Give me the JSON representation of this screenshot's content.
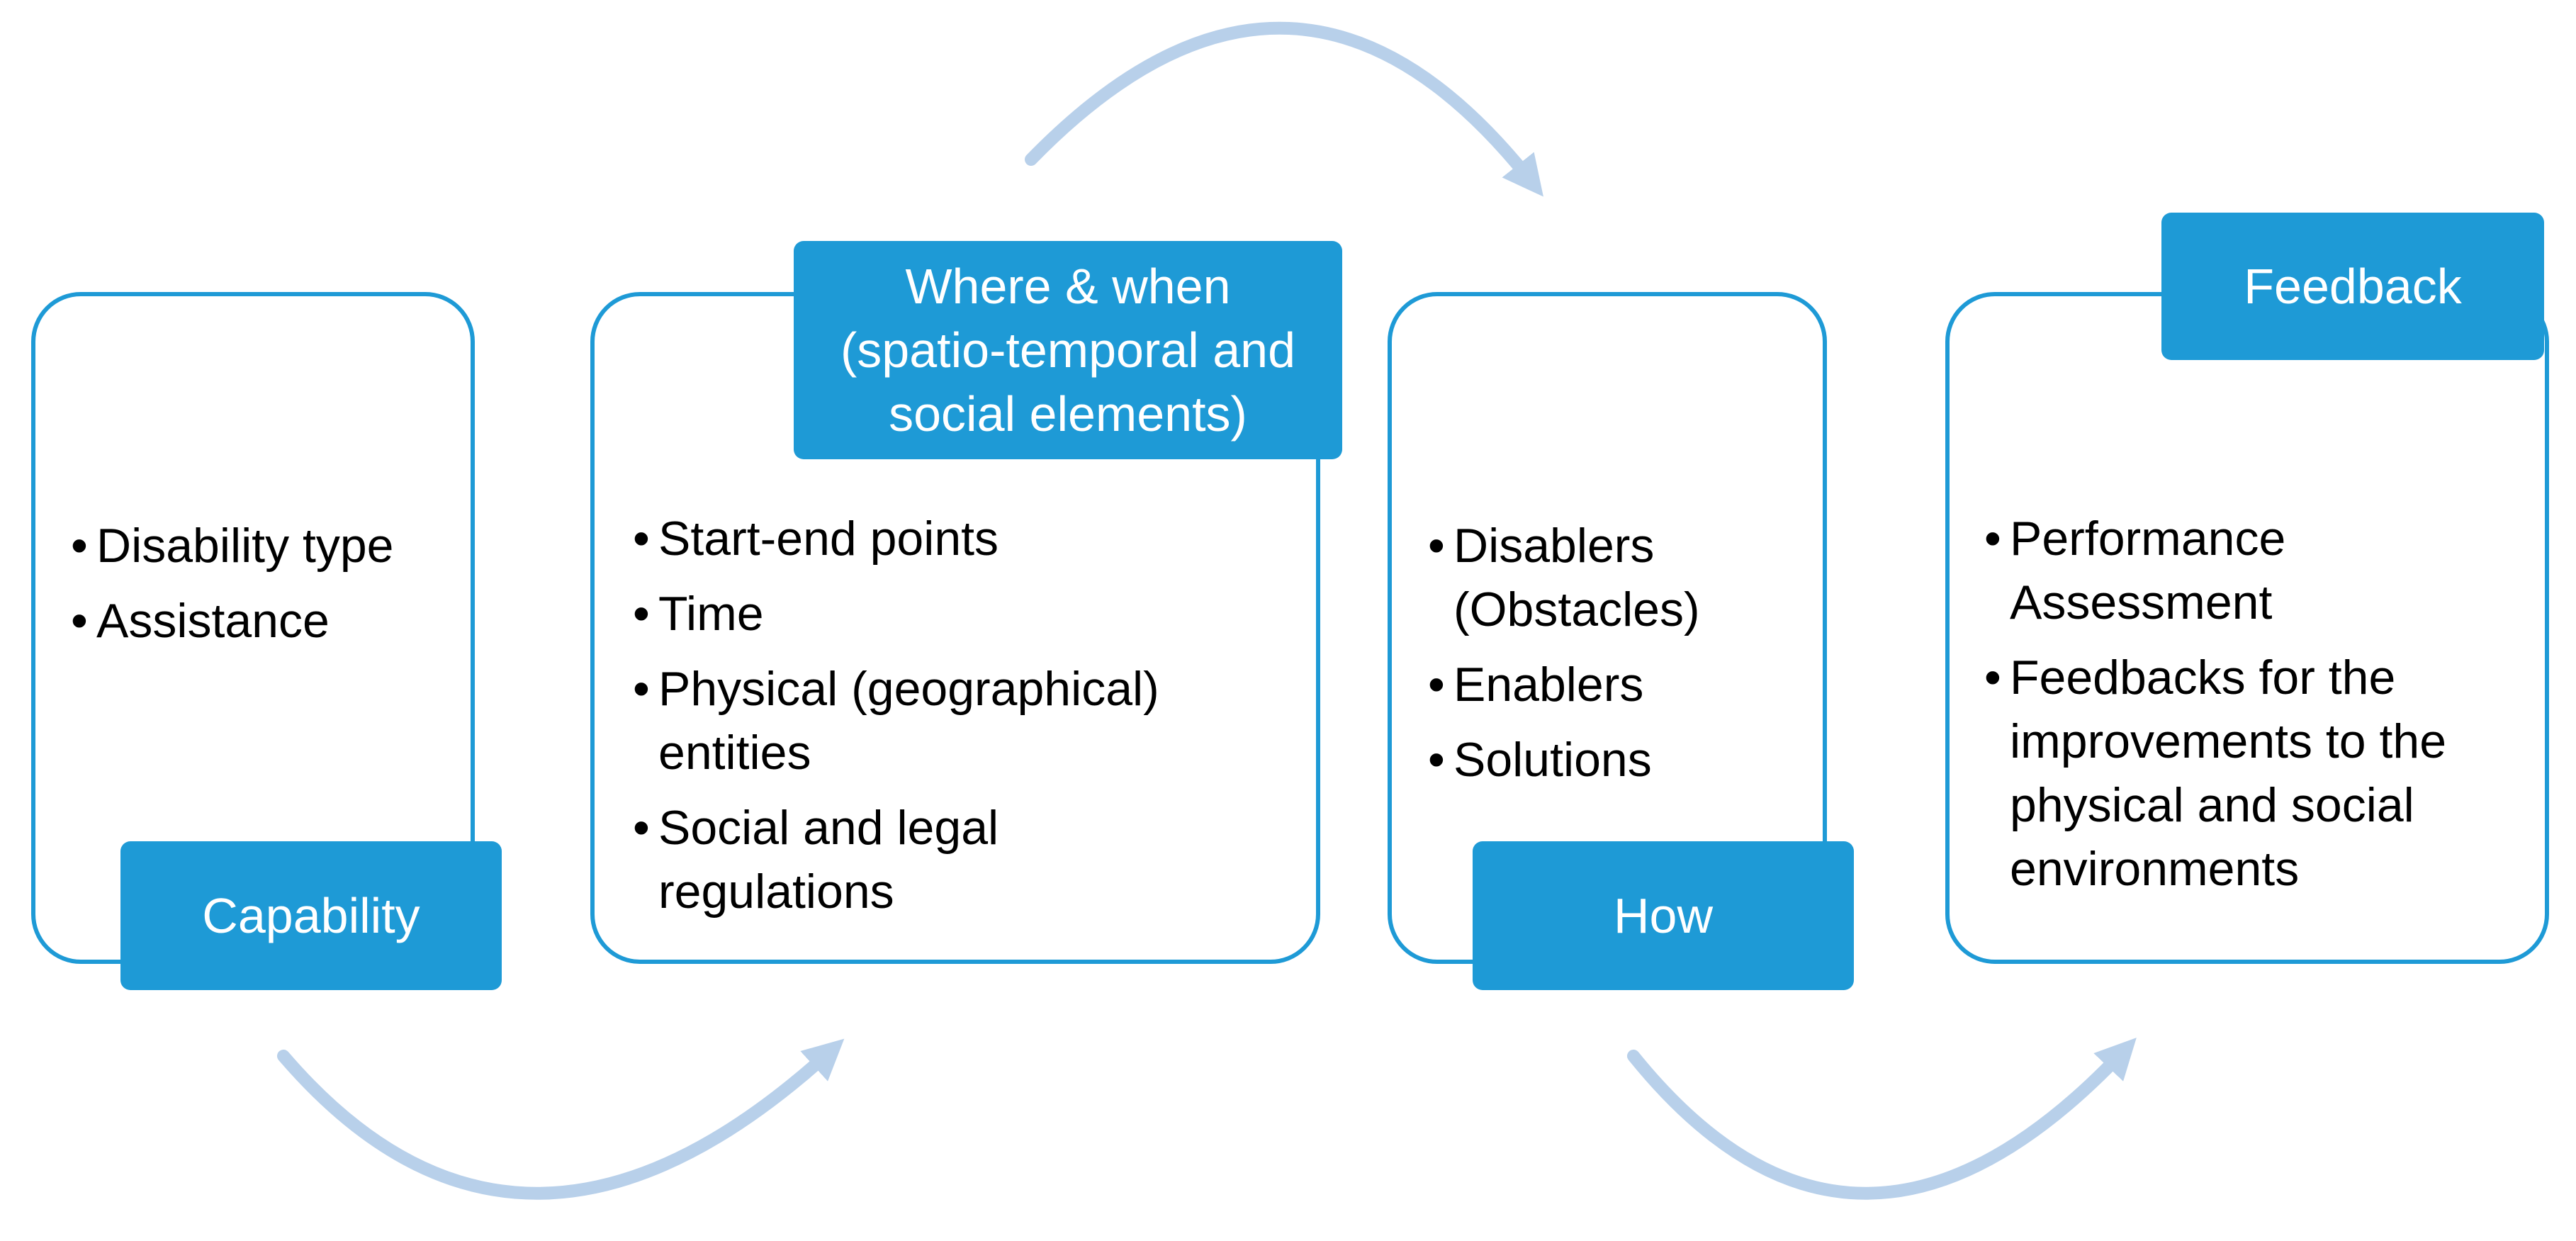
{
  "colors": {
    "panel_border": "#1e9ad6",
    "tag_fill": "#1e9ad6",
    "tag_text": "#ffffff",
    "arrow": "#b8d0ea",
    "body_text": "#000000"
  },
  "stages": [
    {
      "label": "Capability",
      "items": [
        "Disability type",
        "Assistance"
      ]
    },
    {
      "label": "Where & when\n(spatio-temporal and\nsocial elements)",
      "items": [
        "Start-end points",
        "Time",
        "Physical (geographical)\nentities",
        "Social and legal\nregulations"
      ]
    },
    {
      "label": "How",
      "items": [
        "Disablers\n(Obstacles)",
        "Enablers",
        "Solutions"
      ]
    },
    {
      "label": "Feedback",
      "items": [
        "Performance\nAssessment",
        "Feedbacks for the\nimprovements to the\nphysical and social\nenvironments"
      ]
    }
  ],
  "connectors": [
    {
      "from": "Capability",
      "to": "Where & when"
    },
    {
      "from": "Where & when",
      "to": "How"
    },
    {
      "from": "How",
      "to": "Feedback"
    }
  ]
}
